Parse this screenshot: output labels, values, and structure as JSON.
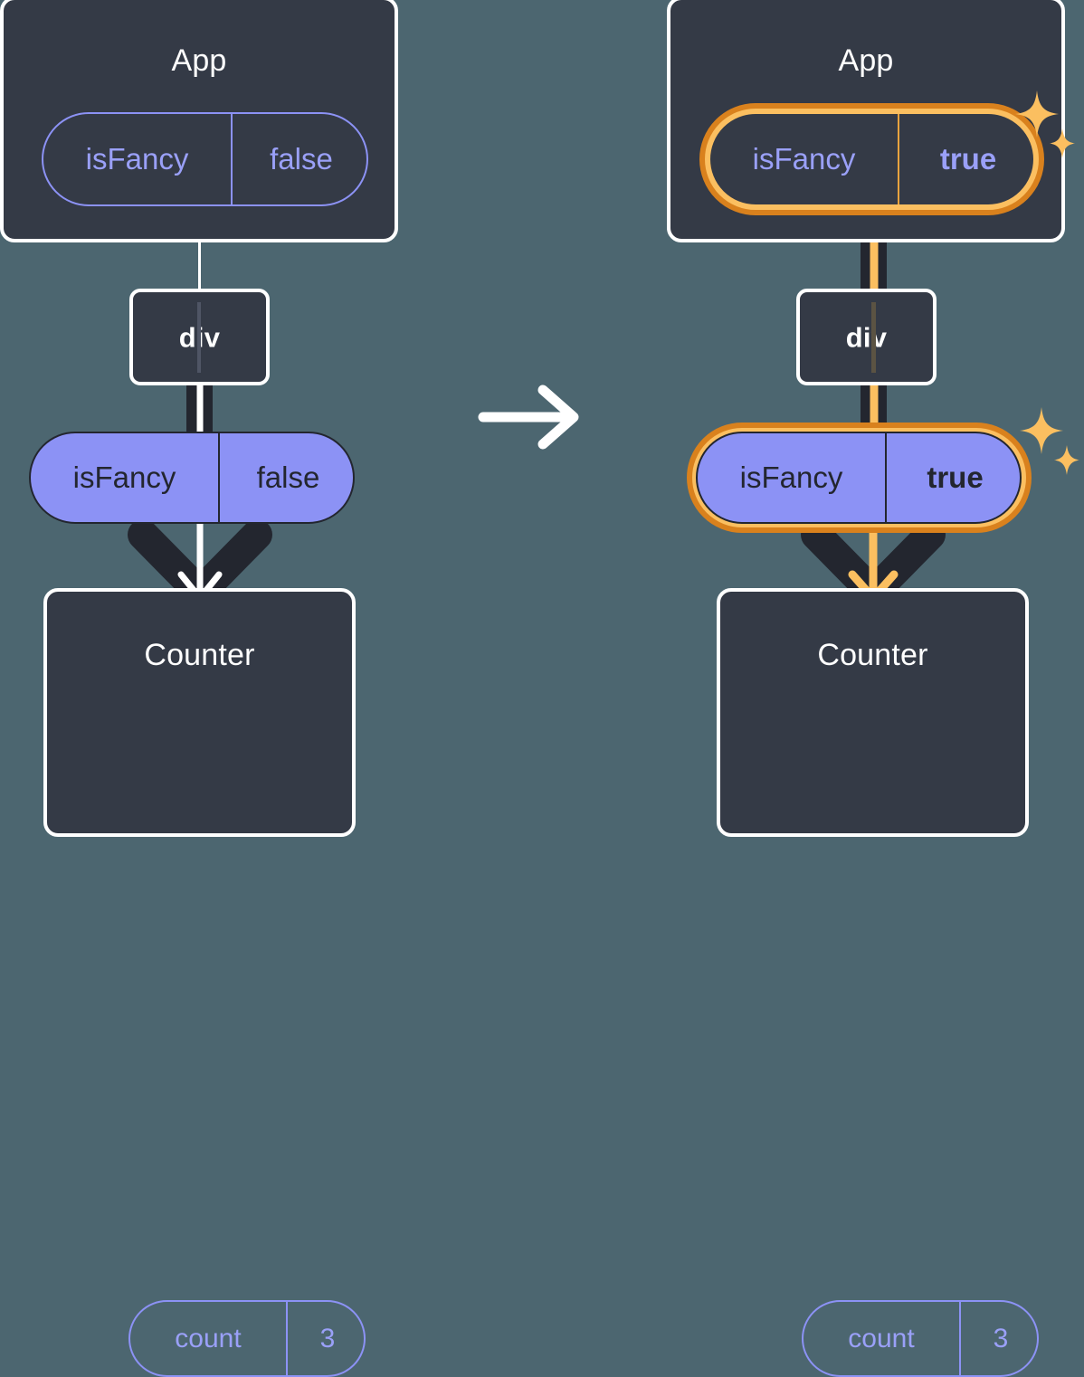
{
  "diagram": {
    "title": "React state propagation: isFancy false to true",
    "background_color": "#4c6670",
    "panels": [
      {
        "id": "before",
        "app": {
          "title": "App",
          "state_pill": {
            "key": "isFancy",
            "value": "false",
            "highlighted": false,
            "style": "outline"
          }
        },
        "div": {
          "title": "div"
        },
        "props_pill": {
          "key": "isFancy",
          "value": "false",
          "highlighted": false,
          "style": "solid"
        },
        "counter": {
          "title": "Counter",
          "state_pill": {
            "key": "count",
            "value": "3",
            "highlighted": false,
            "style": "outline"
          }
        },
        "connector_color": "#ffffff",
        "arrow_color": "#ffffff",
        "sparkles": false
      },
      {
        "id": "after",
        "app": {
          "title": "App",
          "state_pill": {
            "key": "isFancy",
            "value": "true",
            "highlighted": true,
            "style": "outline"
          }
        },
        "div": {
          "title": "div"
        },
        "props_pill": {
          "key": "isFancy",
          "value": "true",
          "highlighted": true,
          "style": "solid"
        },
        "counter": {
          "title": "Counter",
          "state_pill": {
            "key": "count",
            "value": "3",
            "highlighted": false,
            "style": "outline"
          }
        },
        "connector_color": "#fbbf60",
        "arrow_color": "#fbbf60",
        "sparkles": true
      }
    ],
    "transition": {
      "icon": "arrow-right-icon",
      "color": "#ffffff"
    },
    "colors": {
      "background": "#4c6670",
      "box_fill": "#343a46",
      "box_border": "#ffffff",
      "pill_purple": "#8c92f5",
      "pill_outline_text": "#9aa0f8",
      "dark_ink": "#23262f",
      "highlight_outer": "#d9811d",
      "highlight_inner": "#fbbf60",
      "sparkle": "#fbbf60"
    }
  }
}
